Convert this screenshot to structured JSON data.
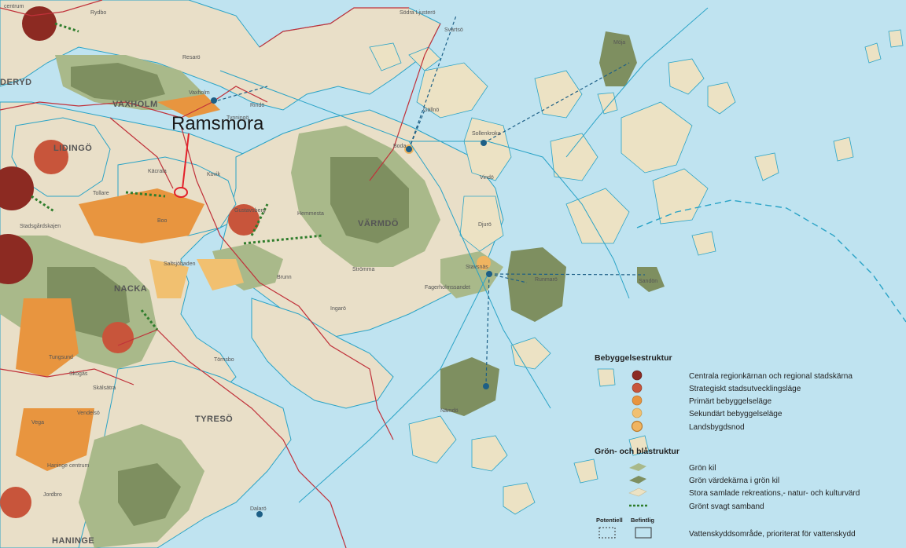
{
  "annotation": {
    "title": "Ramsmora"
  },
  "municipalities": {
    "vaxholm": "VAXHOLM",
    "lidingo": "LIDINGÖ",
    "varmdo": "VÄRMDÖ",
    "nacka": "NACKA",
    "tyreso": "TYRESÖ",
    "haninge": "HANINGE",
    "deryd": "DERYD"
  },
  "places": {
    "centrum": "centrum",
    "rydbo": "Rydbo",
    "resaro": "Resarö",
    "vaxholm_town": "Vaxholm",
    "rindo": "Rindö",
    "tynningo": "Tynningö",
    "kacrala": "Käcrala",
    "kovik": "Kovik",
    "boo": "Boo",
    "gustavsberg": "Gustavsberg",
    "hemmesta": "Hemmesta",
    "saltsjobaden": "Saltsjöbaden",
    "brunn": "Brunn",
    "stromma": "Strömma",
    "ingaro": "Ingarö",
    "fagerholmssandet": "Fagerholmssandet",
    "stavsnas": "Stavsnäs",
    "runmaro": "Runmarö",
    "sandon": "Sandön",
    "djuro": "Djurö",
    "moja": "Möja",
    "svartso": "Svartsö",
    "boda": "Boda",
    "sollenkroka": "Sollenkroka",
    "gallno": "Gällnö",
    "vindo": "Vindö",
    "tollare": "Tollare",
    "tungsund": "Tungsund",
    "skogas": "Skogås",
    "skalsatra": "Skälsätra",
    "tornsbo": "Törnsbo",
    "vendelso": "Vendelsö",
    "vega": "Vega",
    "jordbro": "Jordbro",
    "haninge_c": "Haninge centrum",
    "namdo": "Nämdö",
    "dalaro": "Dalarö",
    "sodra_ljusterö": "Södra Ljusterö",
    "stadsgarden": "Stadsgårdskajen"
  },
  "legend": {
    "heading1": "Bebyggelsestruktur",
    "items1": [
      "Centrala regionkärnan och regional stadskärna",
      "Strategiskt stadsutvecklingsläge",
      "Primärt bebyggelseläge",
      "Sekundärt bebyggelseläge",
      "Landsbygdsnod"
    ],
    "heading2": "Grön- och blåstruktur",
    "items2": [
      "Grön kil",
      "Grön värdekärna i grön kil",
      "Stora samlade rekreations,- natur- och kulturvärd",
      "Grönt svagt samband"
    ],
    "potentiell": "Potentiell",
    "befintlig": "Befintlig",
    "water_item": "Vattenskyddsområde, prioriterat för vattenskydd"
  },
  "colors": {
    "water": "#bfe3f0",
    "land": "#e9dfc8",
    "green_wedge": "#a9b98a",
    "green_core": "#7e8f60",
    "rural_cream": "#ece2c4",
    "urban_core": "#8c2a22",
    "strategic": "#c8553b",
    "primary": "#e8953f",
    "secondary": "#f1c070",
    "node": "#f0b460",
    "border": "#c0313a",
    "outline": "#2aa3c6",
    "ferry": "#1d5f86",
    "highlight": "#e3202a"
  }
}
